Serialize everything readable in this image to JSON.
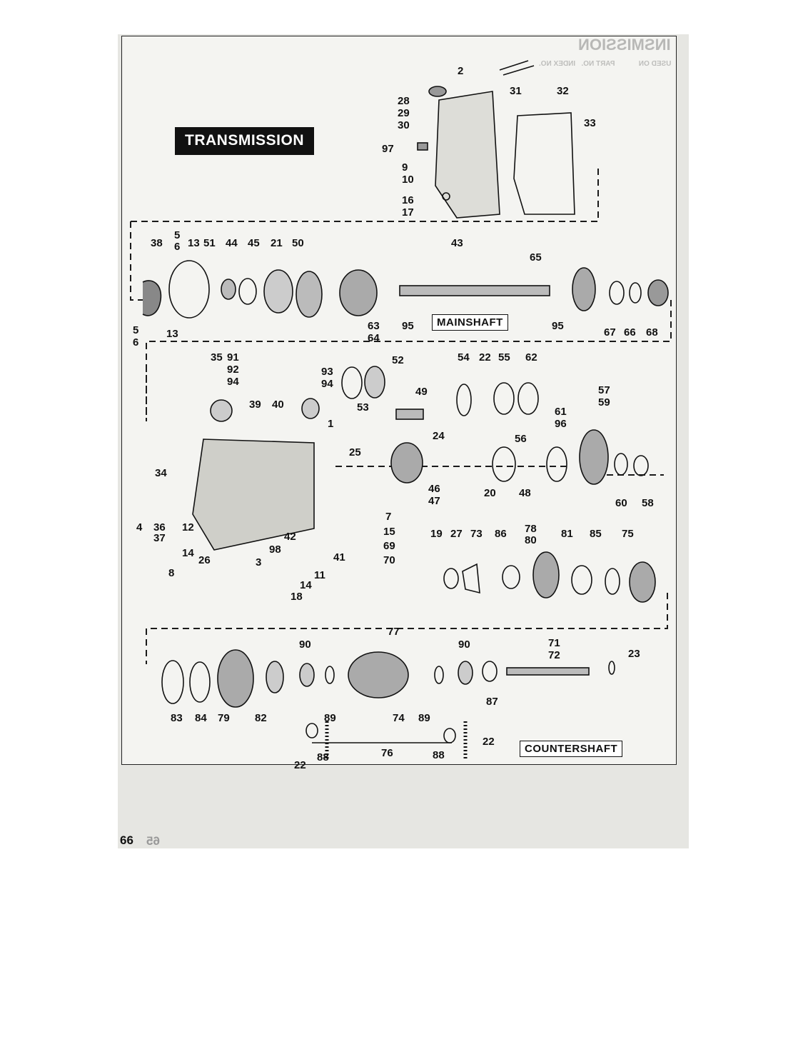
{
  "page": {
    "title": "TRANSMISSION",
    "page_number": "66",
    "mirrored_page_number": "65",
    "mirrored_header": "INSMISSION",
    "mirrored_columns": "USED ON            PART NO.   INDEX NO."
  },
  "sections": {
    "mainshaft": "MAINSHAFT",
    "countershaft": "COUNTERSHAFT"
  },
  "callouts": [
    "2",
    "31",
    "32",
    "28",
    "29",
    "30",
    "33",
    "97",
    "9",
    "10",
    "16",
    "17",
    "5",
    "6",
    "13",
    "51",
    "38",
    "44",
    "45",
    "21",
    "50",
    "43",
    "65",
    "63",
    "64",
    "95",
    "95",
    "67",
    "66",
    "68",
    "5",
    "6",
    "13",
    "35",
    "91",
    "92",
    "94",
    "93",
    "94",
    "52",
    "53",
    "54",
    "22",
    "55",
    "62",
    "49",
    "57",
    "59",
    "39",
    "40",
    "1",
    "25",
    "24",
    "61",
    "96",
    "56",
    "34",
    "46",
    "47",
    "20",
    "48",
    "60",
    "58",
    "7",
    "15",
    "69",
    "70",
    "19",
    "27",
    "73",
    "86",
    "78",
    "80",
    "81",
    "85",
    "75",
    "4",
    "36",
    "37",
    "12",
    "14",
    "8",
    "26",
    "42",
    "98",
    "3",
    "41",
    "11",
    "14",
    "18",
    "71",
    "72",
    "77",
    "90",
    "90",
    "23",
    "83",
    "84",
    "79",
    "82",
    "89",
    "74",
    "89",
    "87",
    "88",
    "22",
    "76",
    "88",
    "22"
  ]
}
